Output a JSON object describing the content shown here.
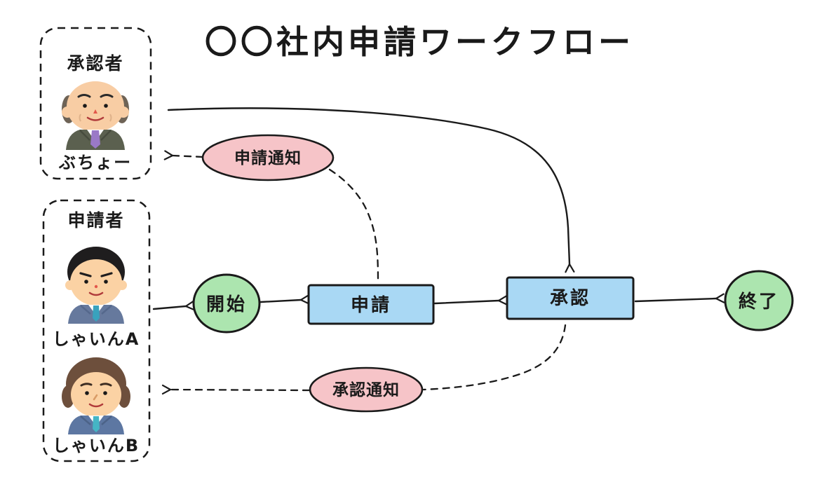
{
  "title": "〇〇社内申請ワークフロー",
  "colors": {
    "green": "#ace5af",
    "blue": "#a9d8f4",
    "pink": "#f6c4c8",
    "line": "#1a1a1a"
  },
  "lanes": {
    "approver": {
      "label": "承認者",
      "member": "ぶちょー"
    },
    "applicant": {
      "label": "申請者",
      "members": [
        "しゃいんA",
        "しゃいんB"
      ]
    }
  },
  "nodes": {
    "start": "開始",
    "apply": "申請",
    "approve": "承認",
    "end": "終了"
  },
  "notices": {
    "apply": "申請通知",
    "approve": "承認通知"
  }
}
